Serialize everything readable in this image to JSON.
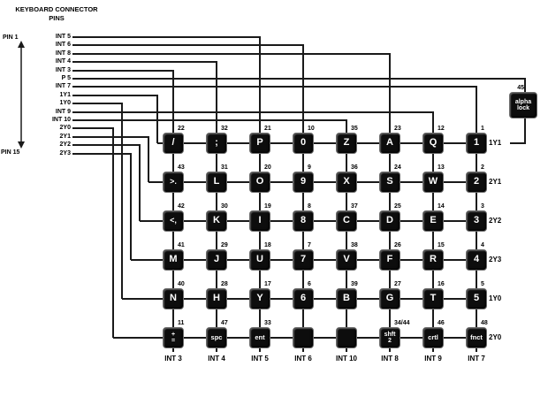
{
  "title": {
    "line1": "KEYBOARD CONNECTOR",
    "line2": "PINS"
  },
  "connector": {
    "top_pin": "PIN 1",
    "bottom_pin": "PIN 15",
    "pins": [
      {
        "label": "INT 5",
        "connects_to": "INT 5",
        "type": "column"
      },
      {
        "label": "INT 6",
        "connects_to": "INT 6",
        "type": "column"
      },
      {
        "label": "INT 8",
        "connects_to": "INT 8",
        "type": "column"
      },
      {
        "label": "INT 4",
        "connects_to": "INT 4",
        "type": "column"
      },
      {
        "label": "INT 3",
        "connects_to": "INT 3",
        "type": "column"
      },
      {
        "label": "P 5",
        "connects_to": "alpha lock",
        "type": "alpha"
      },
      {
        "label": "INT 7",
        "connects_to": "INT 7",
        "type": "column"
      },
      {
        "label": "1Y1",
        "connects_to": "1Y1",
        "type": "row"
      },
      {
        "label": "1Y0",
        "connects_to": "1Y0",
        "type": "row"
      },
      {
        "label": "INT 9",
        "connects_to": "INT 9",
        "type": "column"
      },
      {
        "label": "INT 10",
        "connects_to": "INT 10",
        "type": "column"
      },
      {
        "label": "2Y0",
        "connects_to": "2Y0",
        "type": "row"
      },
      {
        "label": "2Y1",
        "connects_to": "2Y1",
        "type": "row"
      },
      {
        "label": "2Y2",
        "connects_to": "2Y2",
        "type": "row"
      },
      {
        "label": "2Y3",
        "connects_to": "2Y3",
        "type": "row"
      }
    ]
  },
  "matrix": {
    "column_labels": [
      "INT 3",
      "INT 4",
      "INT 5",
      "INT 6",
      "INT 10",
      "INT 8",
      "INT 9",
      "INT 7"
    ],
    "row_labels": [
      "1Y1",
      "2Y1",
      "2Y2",
      "2Y3",
      "1Y0",
      "2Y0"
    ],
    "keys": [
      [
        {
          "lines": [
            "/"
          ],
          "num": "22"
        },
        {
          "lines": [
            ";"
          ],
          "num": "32"
        },
        {
          "lines": [
            "P"
          ],
          "num": "21"
        },
        {
          "lines": [
            "0"
          ],
          "num": "10"
        },
        {
          "lines": [
            "Z"
          ],
          "num": "35"
        },
        {
          "lines": [
            "A"
          ],
          "num": "23"
        },
        {
          "lines": [
            "Q"
          ],
          "num": "12"
        },
        {
          "lines": [
            "1"
          ],
          "num": "1"
        }
      ],
      [
        {
          "lines": [
            ">."
          ],
          "num": "43"
        },
        {
          "lines": [
            "L"
          ],
          "num": "31"
        },
        {
          "lines": [
            "O"
          ],
          "num": "20"
        },
        {
          "lines": [
            "9"
          ],
          "num": "9"
        },
        {
          "lines": [
            "X"
          ],
          "num": "36"
        },
        {
          "lines": [
            "S"
          ],
          "num": "24"
        },
        {
          "lines": [
            "W"
          ],
          "num": "13"
        },
        {
          "lines": [
            "2"
          ],
          "num": "2"
        }
      ],
      [
        {
          "lines": [
            "<,"
          ],
          "num": "42"
        },
        {
          "lines": [
            "K"
          ],
          "num": "30"
        },
        {
          "lines": [
            "I"
          ],
          "num": "19"
        },
        {
          "lines": [
            "8"
          ],
          "num": "8"
        },
        {
          "lines": [
            "C"
          ],
          "num": "37"
        },
        {
          "lines": [
            "D"
          ],
          "num": "25"
        },
        {
          "lines": [
            "E"
          ],
          "num": "14"
        },
        {
          "lines": [
            "3"
          ],
          "num": "3"
        }
      ],
      [
        {
          "lines": [
            "M"
          ],
          "num": "41"
        },
        {
          "lines": [
            "J"
          ],
          "num": "29"
        },
        {
          "lines": [
            "U"
          ],
          "num": "18"
        },
        {
          "lines": [
            "7"
          ],
          "num": "7"
        },
        {
          "lines": [
            "V"
          ],
          "num": "38"
        },
        {
          "lines": [
            "F"
          ],
          "num": "26"
        },
        {
          "lines": [
            "R"
          ],
          "num": "15"
        },
        {
          "lines": [
            "4"
          ],
          "num": "4"
        }
      ],
      [
        {
          "lines": [
            "N"
          ],
          "num": "40"
        },
        {
          "lines": [
            "H"
          ],
          "num": "28"
        },
        {
          "lines": [
            "Y"
          ],
          "num": "17"
        },
        {
          "lines": [
            "6"
          ],
          "num": "6"
        },
        {
          "lines": [
            "B"
          ],
          "num": "39"
        },
        {
          "lines": [
            "G"
          ],
          "num": "27"
        },
        {
          "lines": [
            "T"
          ],
          "num": "16"
        },
        {
          "lines": [
            "5"
          ],
          "num": "5"
        }
      ],
      [
        {
          "lines": [
            "+",
            "="
          ],
          "num": "11"
        },
        {
          "lines": [
            "spc"
          ],
          "num": "47"
        },
        {
          "lines": [
            "ent"
          ],
          "num": "33"
        },
        {
          "lines": [],
          "num": ""
        },
        {
          "lines": [],
          "num": ""
        },
        {
          "lines": [
            "shft",
            "2"
          ],
          "num": "34/44"
        },
        {
          "lines": [
            "crtl"
          ],
          "num": "46"
        },
        {
          "lines": [
            "fnct"
          ],
          "num": "48"
        }
      ]
    ]
  },
  "alpha_lock": {
    "lines": [
      "alpha",
      "lock"
    ],
    "num": "45"
  },
  "colors": {
    "background": "#ffffff",
    "key_bg": "#0d0d0d",
    "key_text": "#ffffff",
    "wire": "#1a1a1a",
    "text": "#000000"
  }
}
